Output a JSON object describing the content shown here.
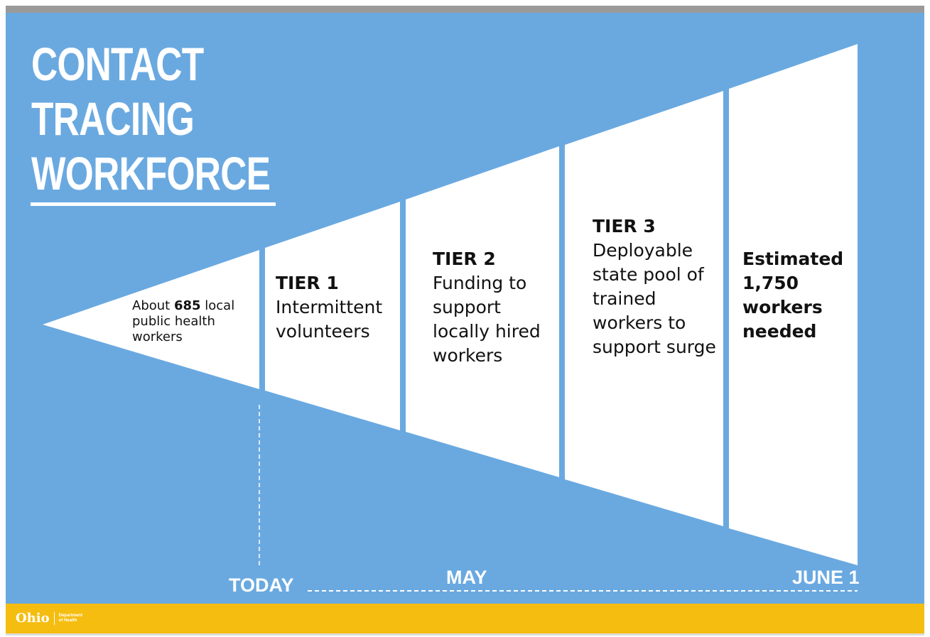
{
  "title": {
    "line1": "CONTACT",
    "line2": "TRACING",
    "line3": "WORKFORCE"
  },
  "segments": [
    {
      "pre": "About ",
      "bold": "685",
      "post": " local public health workers"
    },
    {
      "tier": "TIER 1",
      "text": "Intermittent volunteers"
    },
    {
      "tier": "TIER 2",
      "text": "Funding to support locally hired workers"
    },
    {
      "tier": "TIER 3",
      "text": "Deployable state pool of trained workers to support surge"
    },
    {
      "text": "Estimated 1,750 workers needed"
    }
  ],
  "timeline": {
    "today": "TODAY",
    "may": "MAY",
    "june": "JUNE 1"
  },
  "footer": {
    "logo_word": "Ohio",
    "dept_line1": "Department",
    "dept_line2": "of Health"
  },
  "colors": {
    "background_blue": "#6aa9e0",
    "footer_gold": "#f5bd10",
    "funnel_white": "#ffffff",
    "text_dark": "#111111"
  }
}
